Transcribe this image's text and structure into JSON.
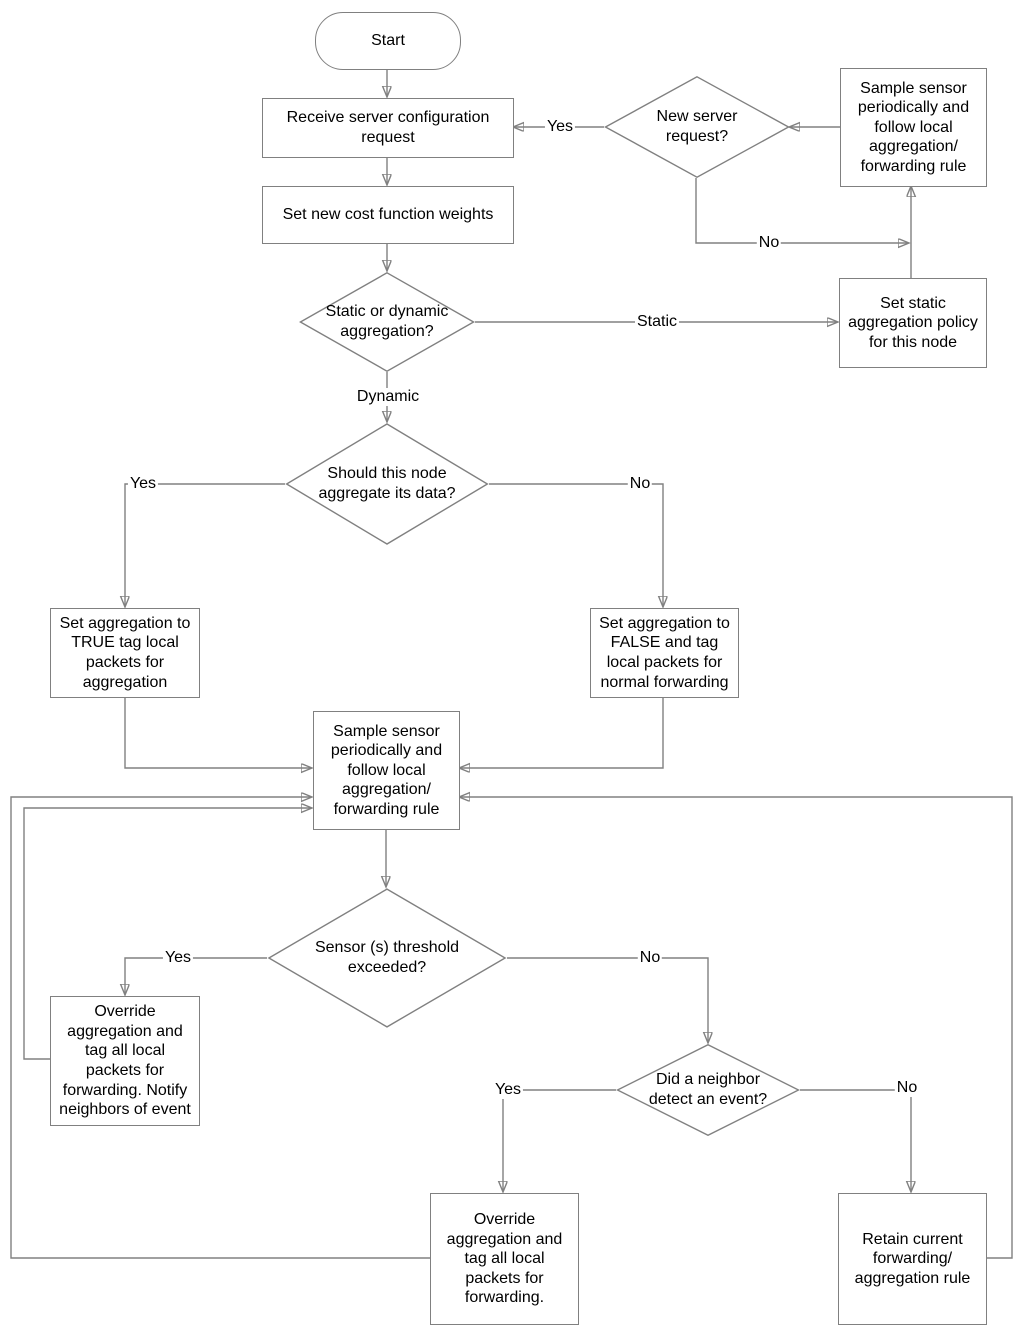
{
  "diagram": {
    "type": "flowchart",
    "colors": {
      "background": "#ffffff",
      "line": "#808080",
      "arrowhead": "#111111",
      "node_border": "#808080",
      "node_fill": "#ffffff",
      "text": "#000000"
    },
    "nodes": {
      "start": {
        "shape": "terminator",
        "label": "Start"
      },
      "receive_request": {
        "shape": "process",
        "label": "Receive server configuration\nrequest"
      },
      "set_weights": {
        "shape": "process",
        "label": "Set new cost function weights"
      },
      "new_server": {
        "shape": "decision",
        "label": "New server\nrequest?"
      },
      "sample_sensor_top": {
        "shape": "process",
        "label": "Sample sensor\nperiodically and\nfollow local\naggregation/\nforwarding rule"
      },
      "set_static_policy": {
        "shape": "process",
        "label": "Set static\naggregation policy\nfor this node"
      },
      "static_or_dynamic": {
        "shape": "decision",
        "label": "Static or dynamic\naggregation?"
      },
      "should_aggregate": {
        "shape": "decision",
        "label": "Should this node\naggregate its data?"
      },
      "set_true": {
        "shape": "process",
        "label": "Set aggregation to\nTRUE tag local\npackets for\naggregation"
      },
      "set_false": {
        "shape": "process",
        "label": "Set aggregation to\nFALSE and tag\nlocal packets for\nnormal forwarding"
      },
      "sample_sensor_mid": {
        "shape": "process",
        "label": "Sample sensor\nperiodically and\nfollow local\naggregation/\nforwarding rule"
      },
      "threshold": {
        "shape": "decision",
        "label": "Sensor (s) threshold\nexceeded?"
      },
      "override_notify": {
        "shape": "process",
        "label": "Override\naggregation and\ntag all local\npackets for\nforwarding. Notify\nneighbors of event"
      },
      "neighbor_event": {
        "shape": "decision",
        "label": "Did a neighbor\ndetect an event?"
      },
      "override_forward": {
        "shape": "process",
        "label": "Override\naggregation and\ntag all local\npackets for\nforwarding."
      },
      "retain_rule": {
        "shape": "process",
        "label": "Retain current\nforwarding/\naggregation rule"
      }
    },
    "edge_labels": {
      "new_server_yes": "Yes",
      "new_server_no": "No",
      "static": "Static",
      "dynamic": "Dynamic",
      "aggregate_yes": "Yes",
      "aggregate_no": "No",
      "threshold_yes": "Yes",
      "threshold_no": "No",
      "neighbor_yes": "Yes",
      "neighbor_no": "No"
    }
  }
}
